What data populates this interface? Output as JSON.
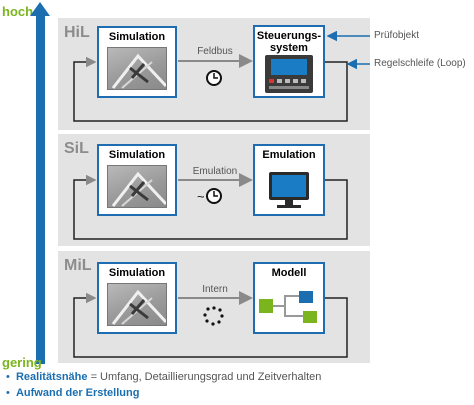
{
  "axis": {
    "top_label": "hoch",
    "bottom_label": "gering"
  },
  "panels": [
    {
      "id": "hil",
      "title": "HiL",
      "source_label": "Simulation",
      "target_label": "Steuerungs-\nsystem",
      "edge_label": "Feldbus",
      "edge_icon": "clock-icon"
    },
    {
      "id": "sil",
      "title": "SiL",
      "source_label": "Simulation",
      "target_label": "Emulation",
      "edge_label": "Emulation",
      "edge_icon": "approx-clock-icon"
    },
    {
      "id": "mil",
      "title": "MiL",
      "source_label": "Simulation",
      "target_label": "Modell",
      "edge_label": "Intern",
      "edge_icon": "spinner-icon"
    }
  ],
  "annotations": {
    "pruefobjekt": "Prüfobjekt",
    "regelschleife": "Regelschleife (Loop)"
  },
  "legend": [
    {
      "bullet": "•",
      "bold": "Realitätsnähe",
      "rest": " = Umfang, Detaillierungsgrad und Zeitverhalten"
    },
    {
      "bullet": "•",
      "bold": "Aufwand der Erstellung",
      "rest": ""
    }
  ],
  "colors": {
    "accent": "#1b6fb0",
    "label_green": "#7ab51d",
    "panel_bg": "#e3e3e3",
    "box_border": "#1f6db0"
  }
}
